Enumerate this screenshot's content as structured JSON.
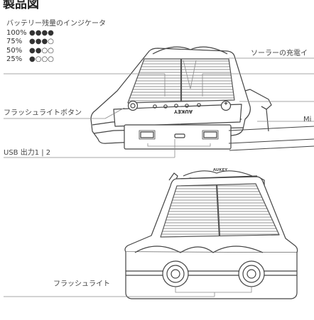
{
  "title": "製品図",
  "battery_legend": {
    "caption": "バッテリー残量のインジケータ",
    "levels": [
      {
        "percent": "100%",
        "dots": "●●●●"
      },
      {
        "percent": "75%",
        "dots": "●●●○"
      },
      {
        "percent": "50%",
        "dots": "●●○○"
      },
      {
        "percent": "25%",
        "dots": "●○○○"
      }
    ]
  },
  "callouts": {
    "solar": "ソーラーの充電イ",
    "flashlight_button": "フラッシュライトボタン",
    "micro": "Mi",
    "usb": "USB 出力1 | 2",
    "flashlight": "フラッシュライト"
  },
  "device": {
    "brand": "AUKEY",
    "colors": {
      "stroke": "#444444",
      "panel": "#ffffff",
      "leader": "#8a8a8a"
    }
  }
}
